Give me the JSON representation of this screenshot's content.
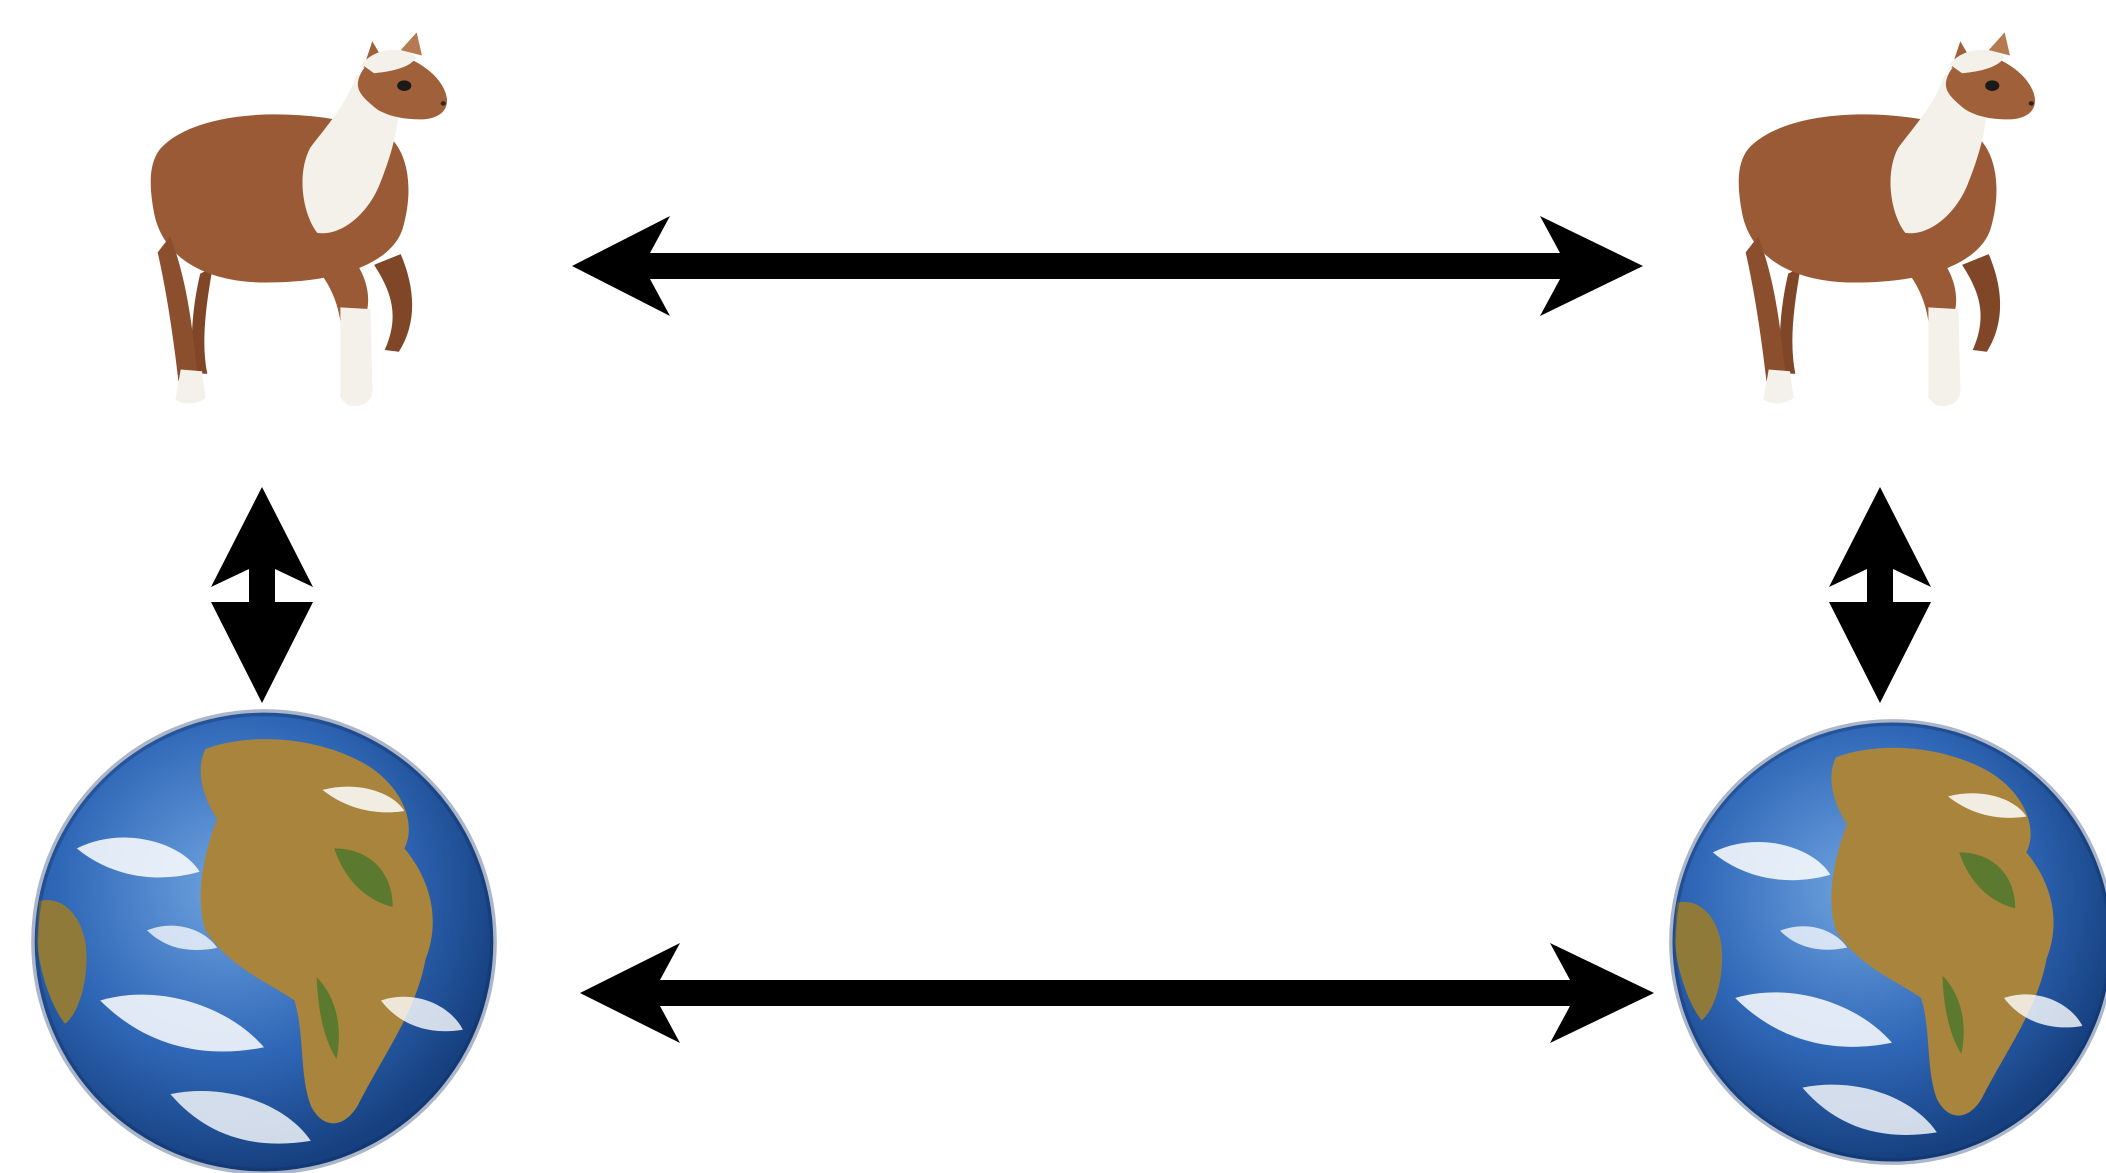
{
  "diagram": {
    "nodes": [
      {
        "id": "llama-top-left",
        "kind": "llama"
      },
      {
        "id": "llama-top-right",
        "kind": "llama"
      },
      {
        "id": "earth-bottom-left",
        "kind": "earth"
      },
      {
        "id": "earth-bottom-right",
        "kind": "earth"
      }
    ],
    "connections": [
      {
        "from": "llama-top-left",
        "to": "llama-top-right",
        "style": "double-headed"
      },
      {
        "from": "earth-bottom-left",
        "to": "earth-bottom-right",
        "style": "double-headed"
      },
      {
        "from": "llama-top-left",
        "to": "earth-bottom-left",
        "style": "double-headed"
      },
      {
        "from": "llama-top-right",
        "to": "earth-bottom-right",
        "style": "double-headed"
      }
    ],
    "colors": {
      "background": "#ffffff",
      "arrow": "#000000",
      "llama_body": "#9a5a36",
      "llama_wool": "#f4f1ea",
      "ocean": "#2f67b7",
      "land": "#a9843c",
      "clouds": "#ffffff"
    }
  }
}
